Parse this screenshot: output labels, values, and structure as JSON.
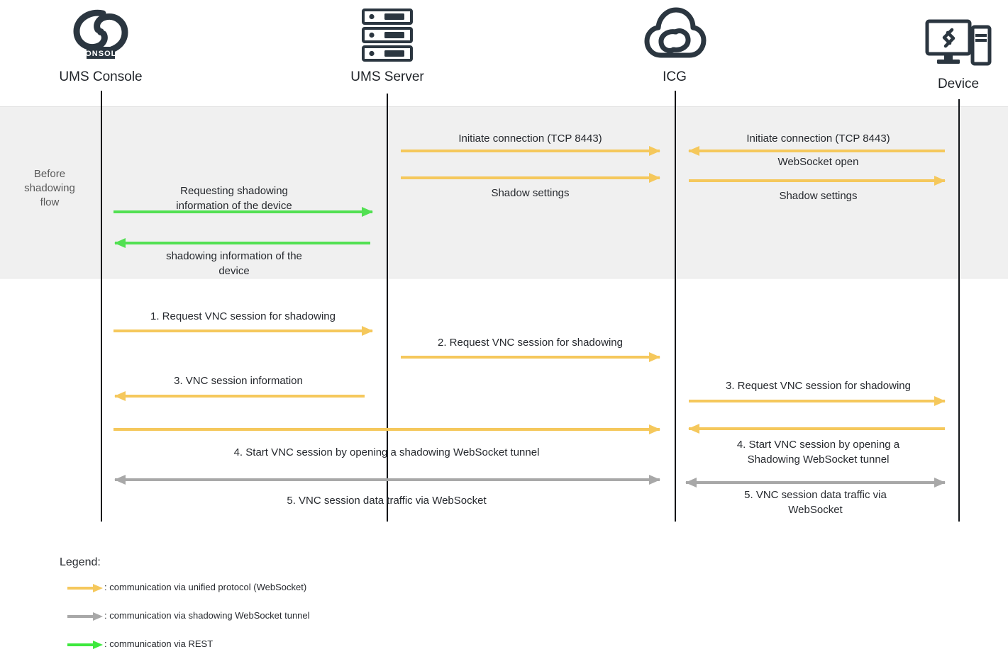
{
  "diagram": {
    "title": "IGEL UMS shadowing sequence diagram",
    "colors": {
      "unified_protocol": "#f5c85c",
      "shadowing_tunnel": "#a8a8a8",
      "rest": "#52e052",
      "band_background": "#f0f0f0",
      "lifeline": "#111418",
      "text": "#26292e"
    }
  },
  "actors": [
    {
      "id": "ums-console",
      "label": "UMS Console",
      "icon": "igel-console-logo-icon"
    },
    {
      "id": "ums-server",
      "label": "UMS Server",
      "icon": "server-rack-icon"
    },
    {
      "id": "icg",
      "label": "ICG",
      "icon": "cloud-gateway-icon"
    },
    {
      "id": "device",
      "label": "Device",
      "icon": "desktop-device-icon"
    }
  ],
  "band": {
    "label": "Before\nshadowing\nflow"
  },
  "messages": [
    {
      "id": "m-initiate-connection-server-icg",
      "label": "Initiate connection (TCP 8443)",
      "from": "ums-server",
      "to": "icg",
      "direction": "right",
      "color": "unified_protocol"
    },
    {
      "id": "m-initiate-connection-device-icg",
      "label": "Initiate connection (TCP 8443)",
      "from": "device",
      "to": "icg",
      "direction": "left",
      "color": "unified_protocol"
    },
    {
      "id": "m-websocket-open",
      "label": "WebSocket open",
      "from": "icg",
      "to": "device",
      "direction": "right",
      "color": "unified_protocol"
    },
    {
      "id": "m-shadow-settings-server-icg",
      "label": "Shadow settings",
      "from": "ums-server",
      "to": "icg",
      "direction": "right",
      "color": "unified_protocol"
    },
    {
      "id": "m-shadow-settings-icg-device",
      "label": "Shadow settings",
      "from": "icg",
      "to": "device",
      "direction": "right",
      "color": "unified_protocol"
    },
    {
      "id": "m-requesting-shadowing-info",
      "label": "Requesting shadowing\ninformation of the device",
      "from": "ums-console",
      "to": "ums-server",
      "direction": "right",
      "color": "rest"
    },
    {
      "id": "m-shadowing-info",
      "label": "shadowing information of the\ndevice",
      "from": "ums-server",
      "to": "ums-console",
      "direction": "left",
      "color": "rest"
    },
    {
      "id": "m-step1",
      "label": "1.   Request VNC session for shadowing",
      "from": "ums-console",
      "to": "ums-server",
      "direction": "right",
      "color": "unified_protocol"
    },
    {
      "id": "m-step2",
      "label": "2.   Request VNC session for shadowing",
      "from": "ums-server",
      "to": "icg",
      "direction": "right",
      "color": "unified_protocol"
    },
    {
      "id": "m-step3-left",
      "label": "3.   VNC session information",
      "from": "ums-server",
      "to": "ums-console",
      "direction": "left",
      "color": "unified_protocol"
    },
    {
      "id": "m-step3-right",
      "label": "3.   Request VNC session for shadowing",
      "from": "icg",
      "to": "device",
      "direction": "right",
      "color": "unified_protocol"
    },
    {
      "id": "m-step4-left",
      "label": "4.   Start VNC session by opening a shadowing WebSocket tunnel",
      "from": "ums-console",
      "to": "icg",
      "direction": "right",
      "color": "unified_protocol"
    },
    {
      "id": "m-step4-right",
      "label": "4.   Start VNC session by opening a\nShadowing WebSocket tunnel",
      "from": "device",
      "to": "icg",
      "direction": "left",
      "color": "unified_protocol"
    },
    {
      "id": "m-step5-left",
      "label": "5.   VNC session data traffic via WebSocket",
      "from": "ums-console",
      "to": "icg",
      "direction": "both",
      "color": "shadowing_tunnel"
    },
    {
      "id": "m-step5-right",
      "label": "5.   VNC session data traffic via\nWebSocket",
      "from": "icg",
      "to": "device",
      "direction": "both",
      "color": "shadowing_tunnel"
    }
  ],
  "legend": {
    "title": "Legend:",
    "items": [
      {
        "id": "legend-unified-protocol",
        "color": "#f5c85c",
        "text": ": communication via unified protocol (WebSocket)"
      },
      {
        "id": "legend-shadowing-tunnel",
        "color": "#a8a8a8",
        "text": ": communication via shadowing WebSocket tunnel"
      },
      {
        "id": "legend-rest",
        "color": "#3de83d",
        "text": ": communication via REST"
      }
    ]
  }
}
